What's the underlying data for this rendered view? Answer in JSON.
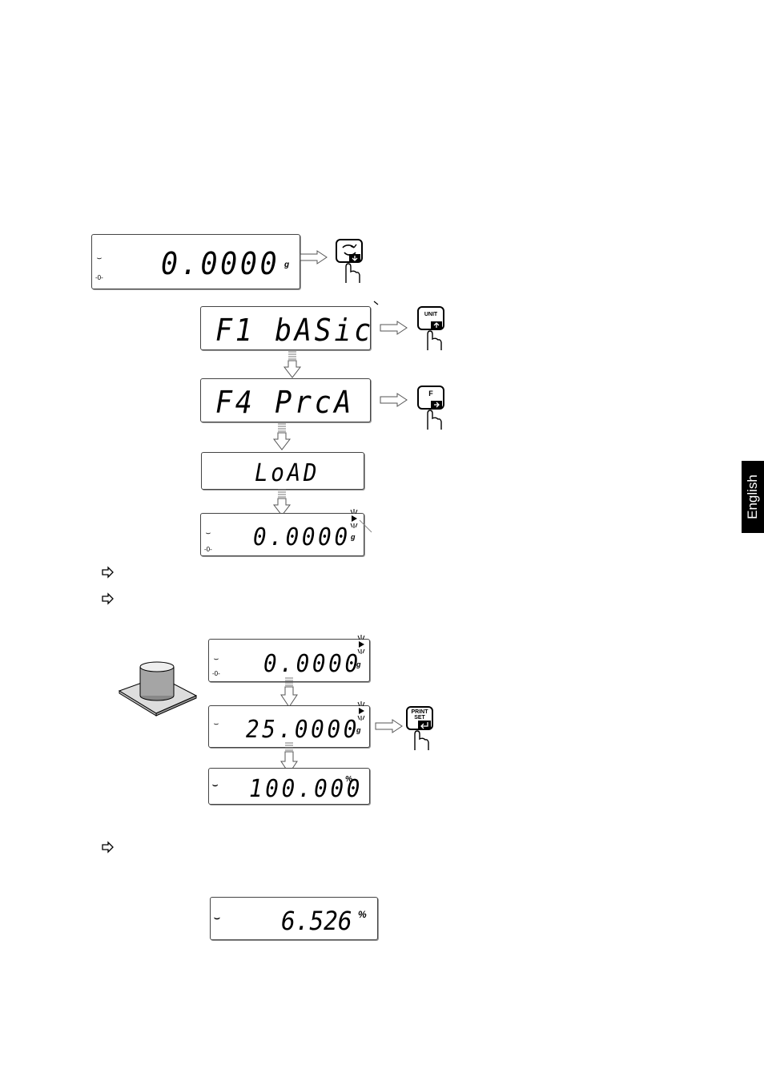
{
  "side_tab": {
    "label": "English"
  },
  "displays": {
    "d1": {
      "stability": "⌣",
      "zero": "-0-",
      "value": "0.0000",
      "unit": "g"
    },
    "d2": {
      "text": "F1 bASic"
    },
    "d3": {
      "text": "F4 PrcA"
    },
    "d4": {
      "text": "LoAD"
    },
    "d5": {
      "stability": "⌣",
      "zero": "-0-",
      "value": "0.0000",
      "unit": "g"
    },
    "d6": {
      "stability": "⌣",
      "zero": "-0-",
      "value": "0.0000",
      "unit": "g"
    },
    "d7": {
      "stability": "⌣",
      "value": "25.0000",
      "unit": "g"
    },
    "d8": {
      "stability": "⌣",
      "value": "100.000",
      "unit": "%"
    },
    "d9": {
      "stability": "⌣",
      "value": "6.526",
      "unit": "%"
    }
  },
  "keys": {
    "k1": {
      "label": ""
    },
    "k2": {
      "label": "UNIT"
    },
    "k3": {
      "label": "F"
    },
    "k4": {
      "label_line1": "PRINT",
      "label_line2": "SET"
    }
  },
  "icons": [
    "hollow-arrow-right",
    "hollow-arrow-down",
    "finger-press",
    "blink-triangle",
    "sample-weight"
  ]
}
